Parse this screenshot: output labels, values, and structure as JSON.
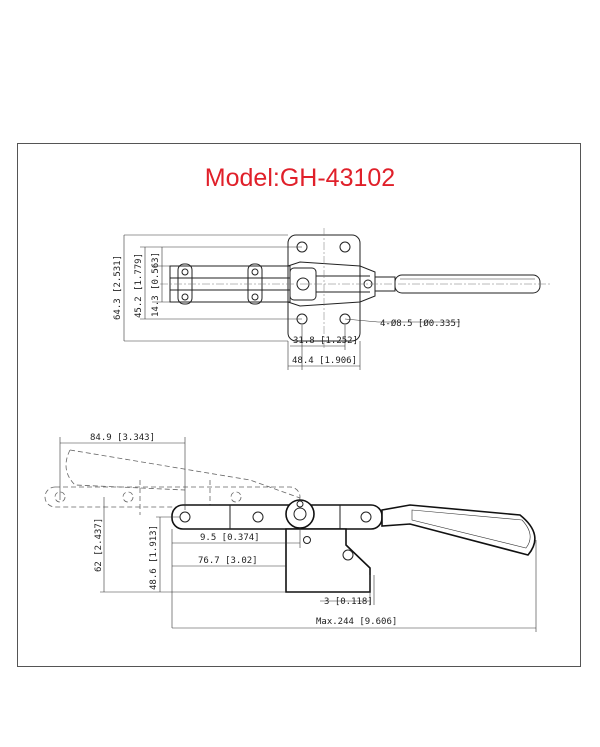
{
  "title": "Model:GH-43102",
  "top_view": {
    "dim_overall_height": "64.3 [2.531]",
    "dim_arm_height": "45.2 [1.779]",
    "dim_pivot_offset": "14.3 [0.563]",
    "dim_hole_spacing": "31.8 [1.252]",
    "dim_base_width": "48.4 [1.906]",
    "dim_holes": "4-Ø8.5 [Ø0.335]"
  },
  "side_view": {
    "dim_stroke": "84.9 [3.343]",
    "dim_height_open": "62 [2.437]",
    "dim_height_closed": "48.6 [1.913]",
    "dim_link_offset": "9.5 [0.374]",
    "dim_reach": "76.7 [3.02]",
    "dim_base_thickness": "3 [0.118]",
    "dim_max_length": "Max.244 [9.606]"
  }
}
